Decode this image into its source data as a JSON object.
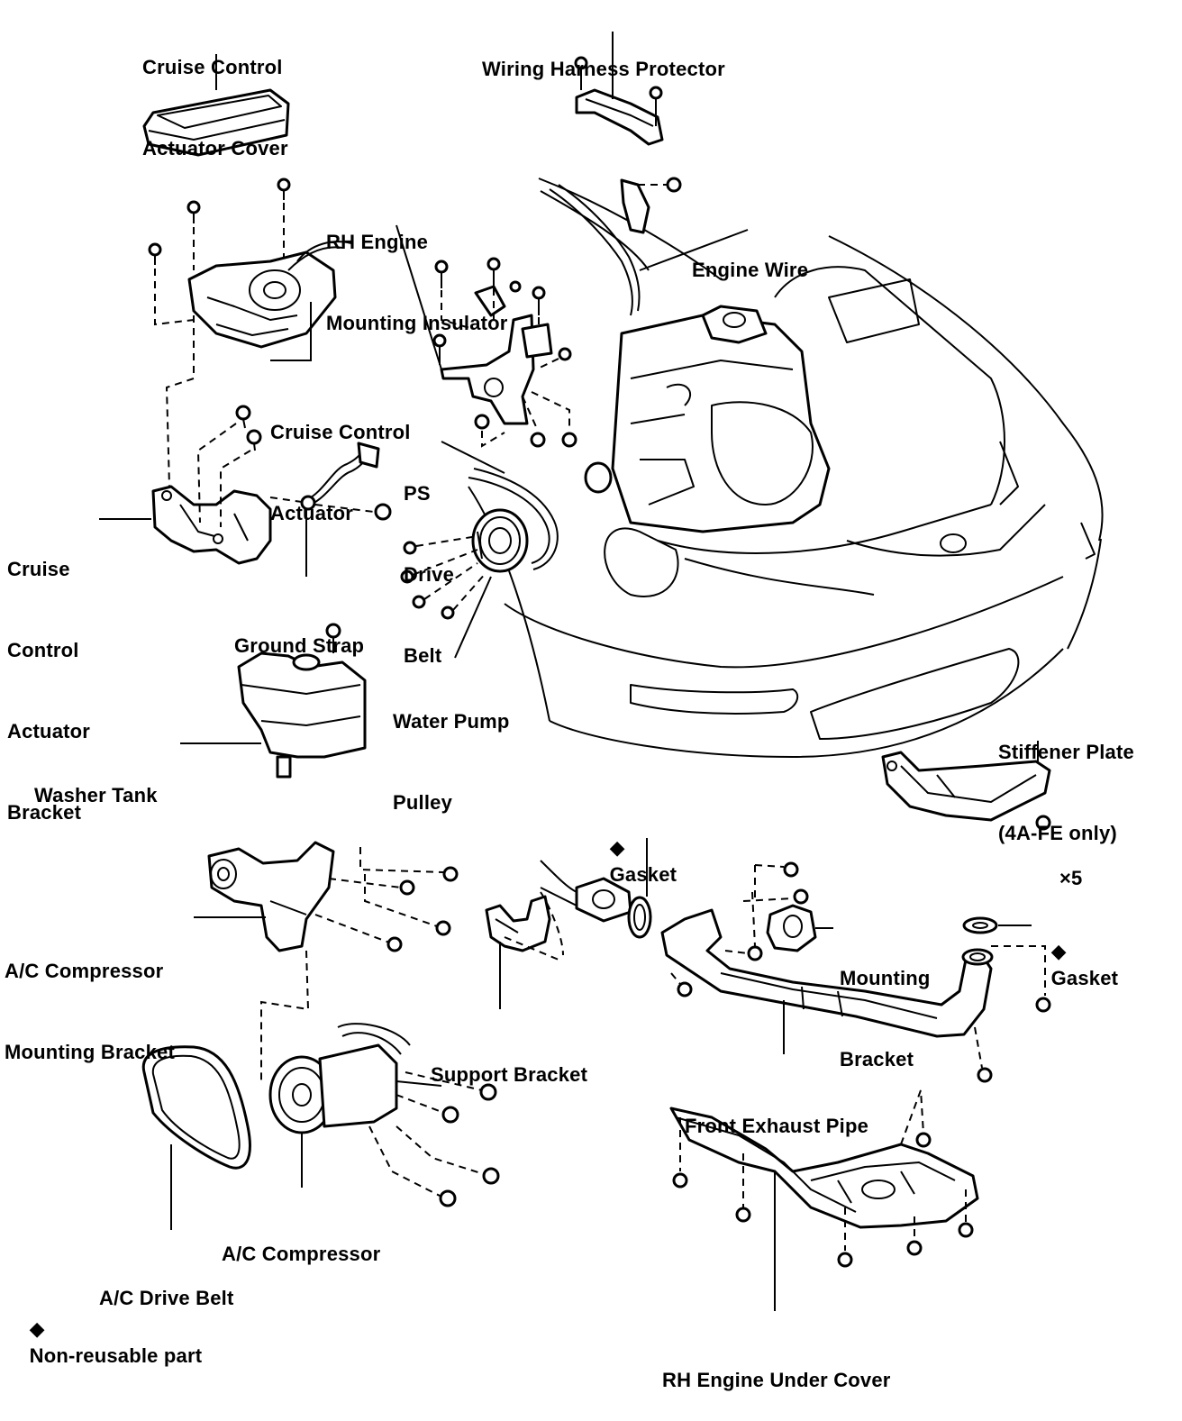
{
  "labels": {
    "cruise_cover": [
      "Cruise Control",
      "Actuator Cover"
    ],
    "harness_protector": [
      "Wiring Harness Protector"
    ],
    "rh_insulator": [
      "RH Engine",
      "Mounting Insulator"
    ],
    "engine_wire": [
      "Engine Wire"
    ],
    "cruise_actuator": [
      "Cruise Control",
      "Actuator"
    ],
    "cruise_bracket": [
      "Cruise",
      "Control",
      "Actuator",
      "Bracket"
    ],
    "ps_belt": [
      "PS",
      "Drive",
      "Belt"
    ],
    "ground_strap": [
      "Ground Strap"
    ],
    "water_pump_pulley": [
      "Water Pump",
      "Pulley"
    ],
    "washer_tank": [
      "Washer Tank"
    ],
    "stiffener_plate": [
      "Stiffener Plate",
      "(4A-FE only)"
    ],
    "stiffener_qty": "×5",
    "gasket_top": "Gasket",
    "gasket_right": "Gasket",
    "ac_bracket": [
      "A/C Compressor",
      "Mounting Bracket"
    ],
    "mounting_bracket": [
      "Mounting",
      "Bracket"
    ],
    "support_bracket": [
      "Support Bracket"
    ],
    "front_exhaust": [
      "Front Exhaust Pipe"
    ],
    "ac_compressor": [
      "A/C Compressor"
    ],
    "ac_belt": [
      "A/C Drive Belt"
    ],
    "under_cover": [
      "RH Engine Under Cover"
    ],
    "legend": "Non-reusable part"
  },
  "symbols": {
    "non_reusable": "◆"
  },
  "colors": {
    "ink": "#000000",
    "paper": "#ffffff"
  }
}
